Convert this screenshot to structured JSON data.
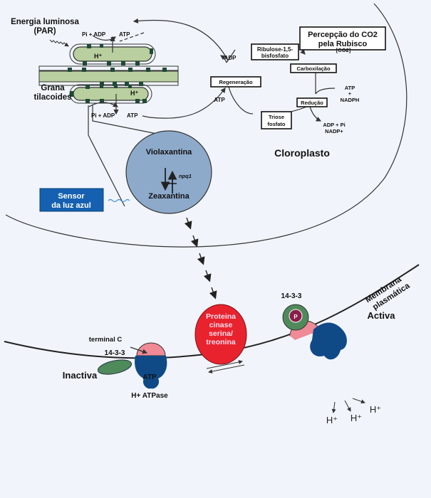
{
  "thylakoid": {
    "light_label_line1": "Energia luminosa",
    "light_label_line2": "(PAR)",
    "grana_label_line1": "Grana",
    "grana_label_line2": "tilacoides",
    "top_pi_adp": "Pi + ADP",
    "top_atp": "ATP",
    "top_h": "H⁺",
    "bottom_h": "H⁺",
    "bottom_pi_adp": "Pi + ADP",
    "bottom_atp": "ATP"
  },
  "calvin": {
    "title_line1": "Percepção do CO2",
    "title_line2": "pela Rubisco",
    "rubp_line1": "Ribulose-1,5-",
    "rubp_line2": "bisfosfato",
    "co2": "[CO2]",
    "carboxylation": "Carboxilação",
    "reduction": "Redução",
    "regeneration": "Regeneração",
    "triose_line1": "Triose",
    "triose_line2": "fosfato",
    "atp_nadph_line1": "ATP",
    "atp_nadph_line2": "+",
    "atp_nadph_line3": "NADPH",
    "adp_pi_line1": "ADP + Pi",
    "adp_pi_line2": "NADP+",
    "adp": "ADP",
    "atp": "ATP"
  },
  "chloroplast_label": "Cloroplasto",
  "xanthophyll": {
    "top": "Violaxantina",
    "bottom": "Zeaxantina",
    "mutant": "npq1"
  },
  "sensor": {
    "line1": "Sensor",
    "line2": "da luz azul"
  },
  "membrane": {
    "line1": "Membrana",
    "line2": "plasmática"
  },
  "kinase": {
    "line1": "Proteina",
    "line2": "cinase",
    "line3": "serina/",
    "line4": "treonina"
  },
  "inactive": {
    "protein_1433": "14-3-3",
    "atp": "ATP",
    "terminal_c": "terminal C",
    "state": "Inactiva",
    "atpase": "H+ ATPase"
  },
  "active": {
    "protein_1433": "14-3-3",
    "phospho": "P",
    "state": "Activa",
    "proton": "H⁺"
  },
  "colors": {
    "thylakoid_fill": "#b9cf9f",
    "xanthophyll_circle": "#8eaacb",
    "sensor_box": "#1560b0",
    "kinase": "#e8232e",
    "atpase_body": "#0f4a86",
    "terminal_c": "#f08a96",
    "protein_1433": "#4f8a5a",
    "phospho": "#8a1d4a"
  }
}
